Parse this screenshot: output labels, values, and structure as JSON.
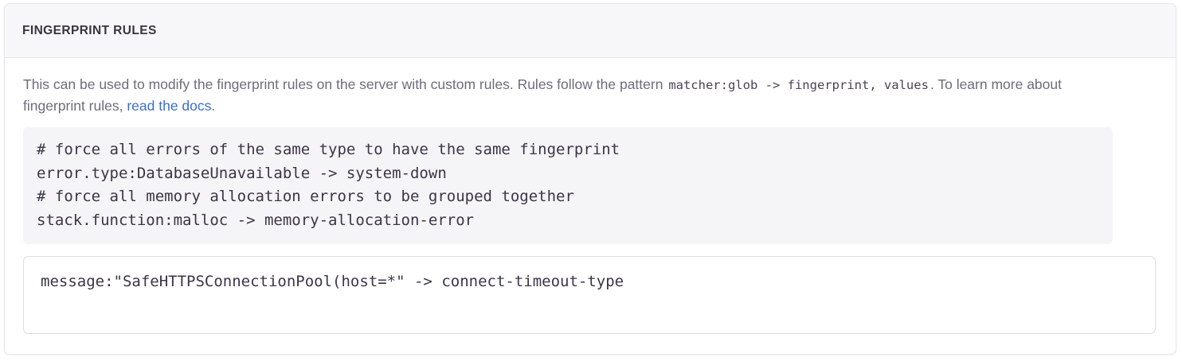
{
  "panel": {
    "title": "FINGERPRINT RULES"
  },
  "description": {
    "text_before_code": "This can be used to modify the fingerprint rules on the server with custom rules. Rules follow the pattern ",
    "inline_code": "matcher:glob -> fingerprint, values",
    "text_after_code": ". To learn more about fingerprint rules, ",
    "link_label": "read the docs",
    "text_end": "."
  },
  "example_code": {
    "lines": [
      "# force all errors of the same type to have the same fingerprint",
      "error.type:DatabaseUnavailable -> system-down",
      "# force all memory allocation errors to be grouped together",
      "stack.function:malloc -> memory-allocation-error"
    ],
    "content": "# force all errors of the same type to have the same fingerprint\nerror.type:DatabaseUnavailable -> system-down\n# force all memory allocation errors to be grouped together\nstack.function:malloc -> memory-allocation-error"
  },
  "rules_input": {
    "value": "message:\"SafeHTTPSConnectionPool(host=*\" -> connect-timeout-type",
    "placeholder": ""
  },
  "colors": {
    "link": "#3b6ecc",
    "header_bg": "#f7f7f9",
    "code_bg": "#f5f5f7",
    "border": "#e7e6ea",
    "title_text": "#3b3341",
    "body_text": "#6f6b7d",
    "code_text": "#3c3447"
  }
}
